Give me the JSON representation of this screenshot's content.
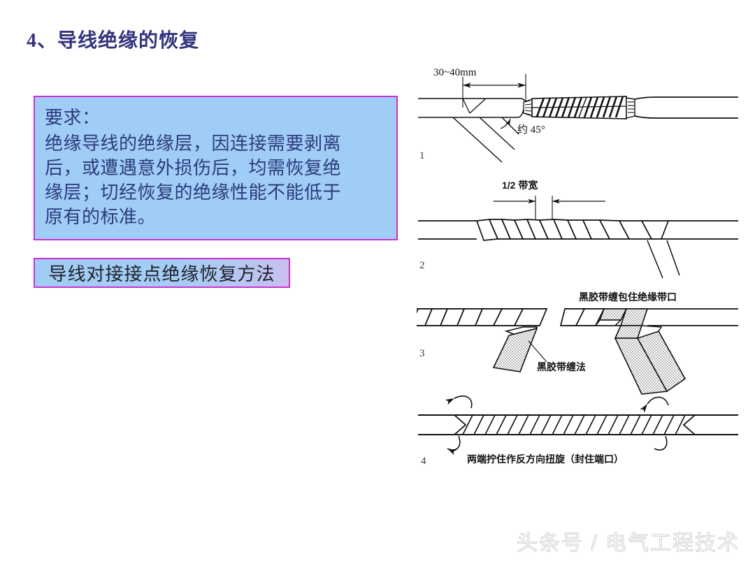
{
  "slide": {
    "title": "4、导线绝缘的恢复",
    "title_color": "#34347e",
    "background": "#ffffff"
  },
  "requirement_box": {
    "border_color": "#cf2fcf",
    "fill_color": "#a0cdf5",
    "text_color": "#2c3a7d",
    "heading": "要求：",
    "lines": [
      "绝缘导线的绝缘层，因连接需要剥离",
      "后，或遭遇意外损伤后，均需恢复绝",
      "缘层；切经恢复的绝缘性能不能低于",
      "原有的标准。"
    ]
  },
  "method_box": {
    "label": "导线对接接点绝缘恢复方法",
    "border_color": "#cf2fcf",
    "fill_start": "#a0cdf5",
    "fill_end": "#c9bff0",
    "text_color": "#21212b"
  },
  "figure": {
    "panels": [
      {
        "number": "1",
        "labels": [
          "30~40mm",
          "约 45°"
        ]
      },
      {
        "number": "2",
        "labels": [
          "1/2 带宽"
        ]
      },
      {
        "number": "3",
        "labels": [
          "黑胶带缠包住绝缘带口",
          "黑胶带缠法"
        ]
      },
      {
        "number": "4",
        "labels": [
          "两端拧住作反方向扭旋（封住端口）"
        ]
      }
    ],
    "p1_num": "1",
    "p1_dim": "30~40mm",
    "p1_angle": "约 45°",
    "p2_num": "2",
    "p2_width": "1/2 带宽",
    "p3_num": "3",
    "p3_top_label": "黑胶带缠包住绝缘带口",
    "p3_bottom_label": "黑胶带缠法",
    "p4_num": "4",
    "p4_label": "两端拧住作反方向扭旋（封住端口）"
  },
  "watermark": {
    "text": "头条号 / 电气工程技术"
  }
}
